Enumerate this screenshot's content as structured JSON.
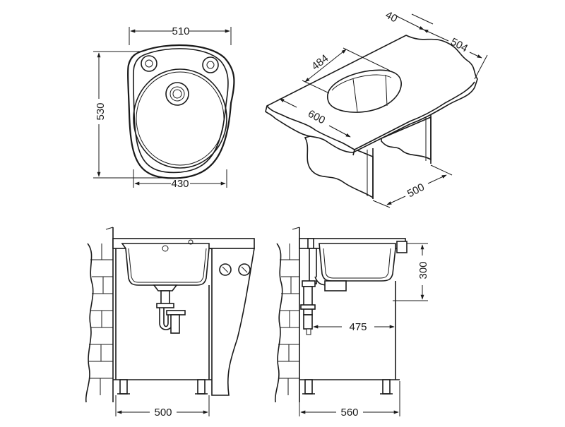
{
  "top_view": {
    "width_label": "510",
    "height_label": "530",
    "bowl_width_label": "430"
  },
  "iso_view": {
    "cutout_label": "484",
    "top_thickness_label": "40",
    "depth_label": "504",
    "width_label": "600",
    "cabinet_label": "500"
  },
  "front_view": {
    "cabinet_width_label": "500"
  },
  "side_view": {
    "depth_label": "300",
    "drain_offset_label": "475",
    "cabinet_depth_label": "560"
  },
  "colors": {
    "line": "#1a1a1a",
    "fill": "#ffffff"
  }
}
